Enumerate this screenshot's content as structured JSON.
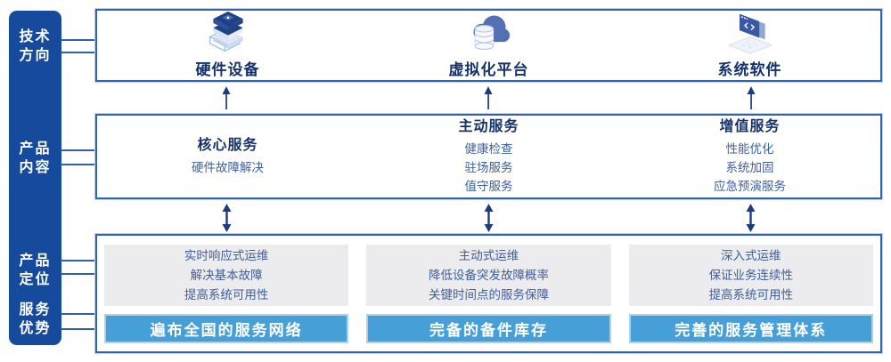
{
  "colors": {
    "sidebar_bg": "#154a9c",
    "box_border": "#3562ab",
    "title_text": "#16326b",
    "body_text": "#3f5f9e",
    "gray_panel_bg": "#ececee",
    "banner_bg": "#479fd7",
    "banner_border": "#a6d3ee",
    "banner_text": "#ffffff",
    "arrow": "#1b3c80",
    "connector": "#3060ab"
  },
  "sidebar": {
    "labels": [
      "技术\n方向",
      "产品\n内容",
      "产品\n定位",
      "服务\n优势"
    ]
  },
  "tech_box": {
    "columns": [
      {
        "icon": "server-stack-icon",
        "label": "硬件设备"
      },
      {
        "icon": "cloud-database-icon",
        "label": "虚拟化平台"
      },
      {
        "icon": "code-window-icon",
        "label": "系统软件"
      }
    ]
  },
  "services_box": {
    "columns": [
      {
        "title": "核心服务",
        "items": [
          "硬件故障解决"
        ]
      },
      {
        "title": "主动服务",
        "items": [
          "健康检查",
          "驻场服务",
          "值守服务"
        ]
      },
      {
        "title": "增值服务",
        "items": [
          "性能优化",
          "系统加固",
          "应急预演服务"
        ]
      }
    ]
  },
  "positioning_box": {
    "columns": [
      {
        "lines": [
          "实时响应式运维",
          "解决基本故障",
          "提高系统可用性"
        ],
        "banner": "遍布全国的服务网络"
      },
      {
        "lines": [
          "主动式运维",
          "降低设备突发故障概率",
          "关键时间点的服务保障"
        ],
        "banner": "完备的备件库存"
      },
      {
        "lines": [
          "深入式运维",
          "保证业务连续性",
          "提高系统可用性"
        ],
        "banner": "完善的服务管理体系"
      }
    ]
  }
}
